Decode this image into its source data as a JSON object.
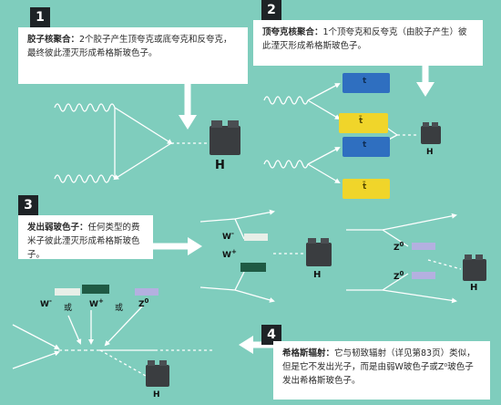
{
  "panels": [
    {
      "number": "1",
      "title": "胶子核聚合：",
      "body": "2个胶子产生顶夸克或底夸克和反夸克，最终彼此湮灭形成希格斯玻色子。"
    },
    {
      "number": "2",
      "title": "顶夸克核聚合：",
      "body": "1个顶夸克和反夸克（由胶子产生）彼此湮灭形成希格斯玻色子。"
    },
    {
      "number": "3",
      "title": "发出弱玻色子：",
      "body": "任何类型的费米子彼此湮灭形成希格斯玻色子。"
    },
    {
      "number": "4",
      "title": "希格斯辐射：",
      "body": "它与韧致辐射（详见第83页）类似，但是它不发出光子，而是由弱W玻色子或Z⁰玻色子发出希格斯玻色子。"
    }
  ],
  "labels": {
    "higgs": "H",
    "top": "t",
    "antitop": "t̄",
    "w_minus_base": "W",
    "w_minus_sup": "-",
    "w_plus_base": "W",
    "w_plus_sup": "+",
    "z_base": "Z",
    "z_sup": "0",
    "or": "或"
  },
  "colors": {
    "background": "#7fcdbd",
    "line": "#ffffff",
    "higgs_block": "#3a3d40",
    "top_block": "#2f6fc0",
    "antitop_block": "#f0d52a",
    "w_block": "#1f5a44",
    "z_block": "#b4b0e0"
  }
}
